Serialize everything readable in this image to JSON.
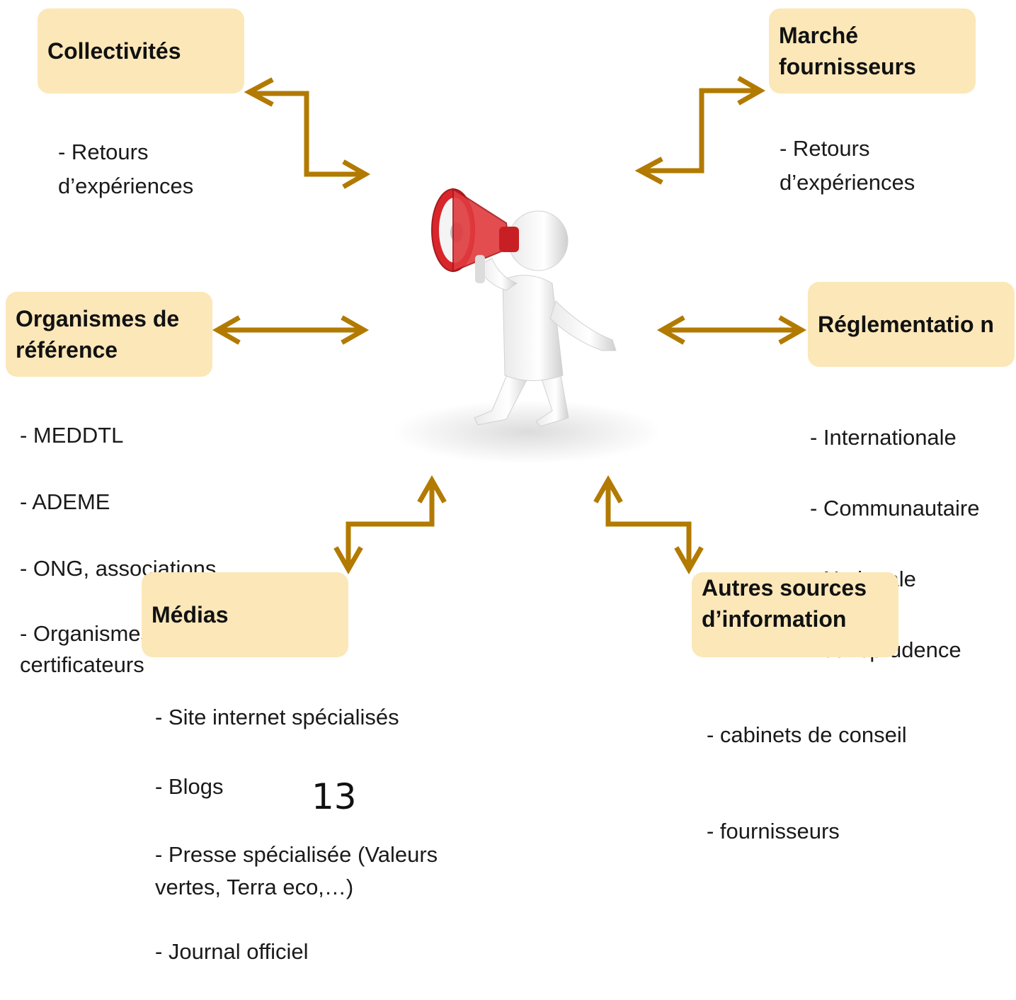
{
  "nodes": {
    "collectivites": {
      "title": "Collectivités",
      "items": [
        "- Retours d’expériences"
      ]
    },
    "marche": {
      "title": "Marché fournisseurs",
      "items": [
        "- Retours d’expériences"
      ]
    },
    "organismes": {
      "title": "Organismes de référence",
      "items": [
        "- MEDDTL",
        "- ADEME",
        "- ONG, associations",
        "- Organismes certificateurs"
      ]
    },
    "reglementation": {
      "title": "Réglementatio n",
      "items": [
        "- Internationale",
        "- Communautaire",
        "- Nationale",
        "- Jurisprudence"
      ]
    },
    "medias": {
      "title": "Médias",
      "items": [
        "- Site internet spécialisés",
        "- Blogs",
        "- Presse spécialisée (Valeurs vertes, Terra eco,…)",
        "- Journal officiel"
      ]
    },
    "autres": {
      "title": "Autres sources d’information",
      "items": [
        "- cabinets de conseil",
        "- fournisseurs"
      ]
    }
  },
  "page_number": "13",
  "colors": {
    "box": "#fbe7b8",
    "arrow": "#b27a00",
    "megaphone": "#d8262b"
  },
  "center_icon": "person-with-megaphone-icon"
}
